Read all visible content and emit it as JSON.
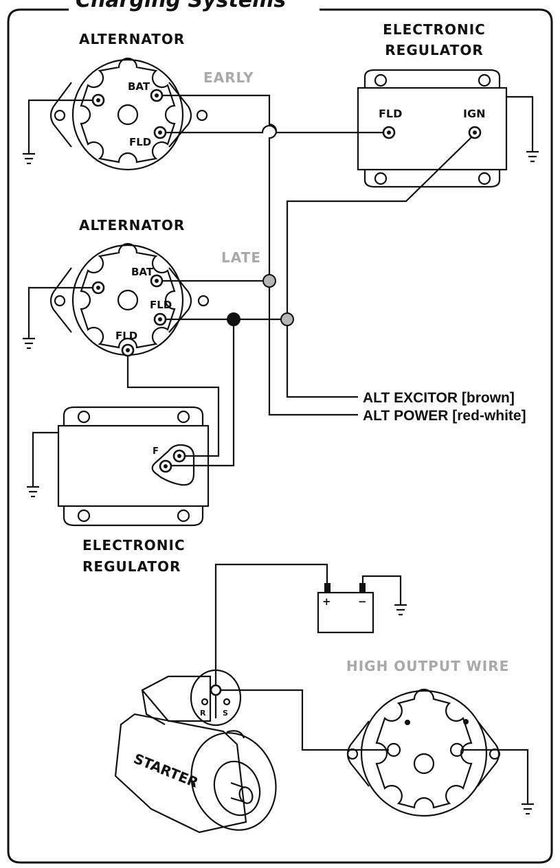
{
  "title": "Charging Systems",
  "early": {
    "alternator_label": "ALTERNATOR",
    "variant_label": "EARLY",
    "bat_label": "BAT",
    "fld_label": "FLD",
    "regulator_label_line1": "ELECTRONIC",
    "regulator_label_line2": "REGULATOR",
    "reg_fld_label": "FLD",
    "reg_ign_label": "IGN"
  },
  "late": {
    "alternator_label": "ALTERNATOR",
    "variant_label": "LATE",
    "bat_label": "BAT",
    "fld_label_1": "FLD",
    "fld_label_2": "FLD",
    "regulator_terminal_label": "F",
    "regulator_label_line1": "ELECTRONIC",
    "regulator_label_line2": "REGULATOR"
  },
  "wires": {
    "alt_excitor": "ALT EXCITOR [brown]",
    "alt_power": "ALT POWER [red-white]"
  },
  "battery": {
    "plus": "+",
    "minus": "−"
  },
  "starter": {
    "label": "STARTER",
    "terminal_r": "R",
    "terminal_s": "S"
  },
  "high_output_label": "HIGH OUTPUT WIRE",
  "colors": {
    "line": "#111111",
    "gray_text": "#a9a9a9",
    "junction_gray": "#b5b5b5"
  }
}
